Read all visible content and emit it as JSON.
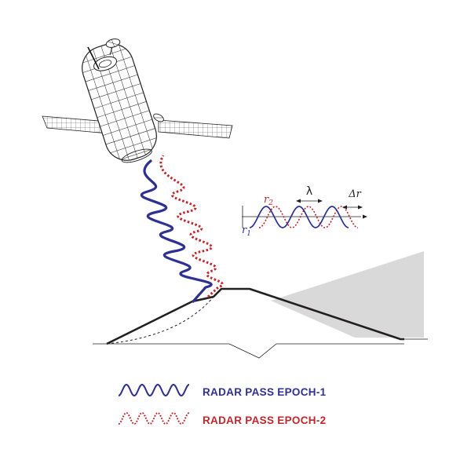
{
  "colors": {
    "epoch1": "#2e3192",
    "epoch2": "#c1272d",
    "ground": "#231f20",
    "shadow": "#d9d9d9"
  },
  "icons": {
    "satellite": "satellite-icon"
  },
  "inset": {
    "r2_base": "r",
    "r2_sub": "2",
    "r1_base": "r",
    "r1_sub": "1",
    "lambda": "λ",
    "delta_r": "Δr"
  },
  "legend": {
    "epoch1_label": "RADAR PASS EPOCH-1",
    "epoch2_label": "RADAR PASS EPOCH-2"
  }
}
